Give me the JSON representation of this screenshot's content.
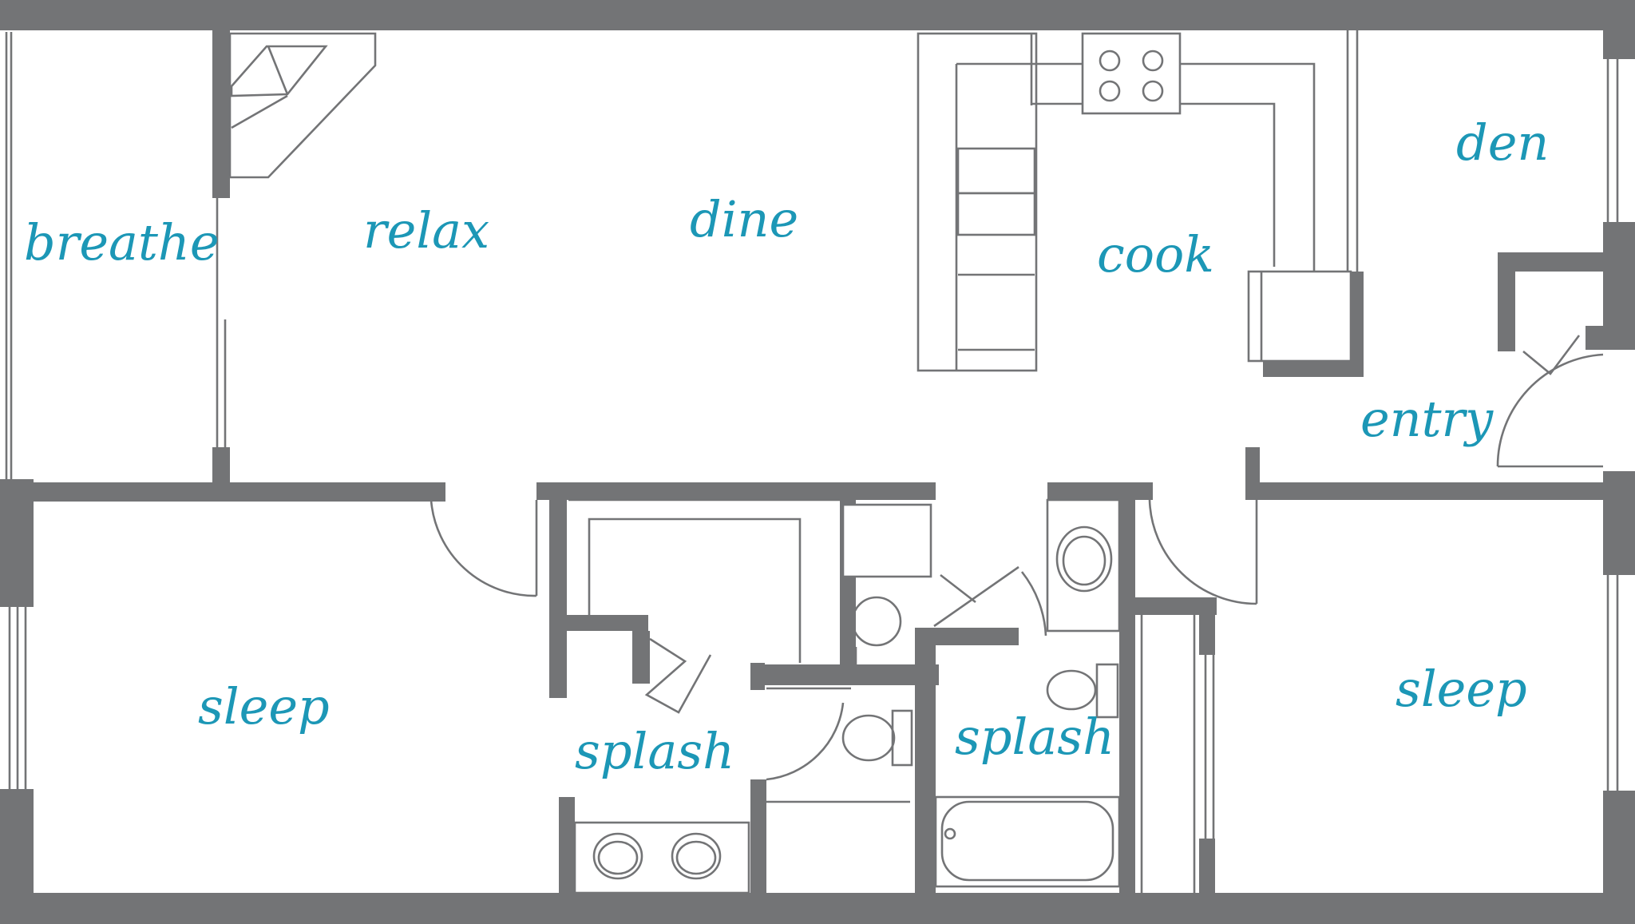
{
  "floorplan": {
    "colors": {
      "wall": "#737476",
      "label": "#1c97b6",
      "background": "#ffffff"
    },
    "rooms": {
      "breathe": "breathe",
      "relax": "relax",
      "dine": "dine",
      "cook": "cook",
      "den": "den",
      "entry": "entry",
      "sleep_left": "sleep",
      "sleep_right": "sleep",
      "splash_left": "splash",
      "splash_right": "splash"
    }
  }
}
